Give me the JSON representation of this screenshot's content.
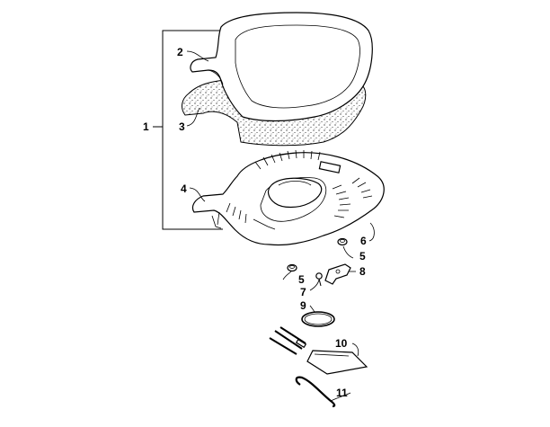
{
  "diagram": {
    "callouts": {
      "c1": "1",
      "c2": "2",
      "c3": "3",
      "c4": "4",
      "c5a": "5",
      "c5b": "5",
      "c6": "6",
      "c7": "7",
      "c8": "8",
      "c9": "9",
      "c10": "10",
      "c11": "11"
    }
  }
}
